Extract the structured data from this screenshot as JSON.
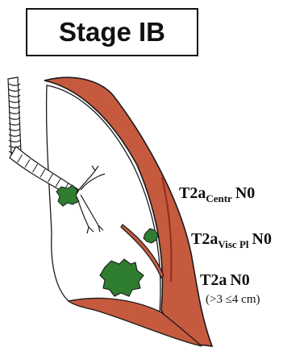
{
  "title": "Stage IB",
  "labels": [
    {
      "prefix": "T2a",
      "sub": "Centr",
      "suffix": "N0"
    },
    {
      "prefix": "T2a",
      "sub": "Visc Pl",
      "suffix": "N0"
    },
    {
      "prefix": "T2a",
      "suffix": "N0"
    }
  ],
  "size_note": "(>3 ≤4 cm)",
  "colors": {
    "pleura": "#c65a3f",
    "pleura_dark": "#8a2e1e",
    "tumor": "#2f7d2f",
    "outline": "#1a1a1a"
  }
}
